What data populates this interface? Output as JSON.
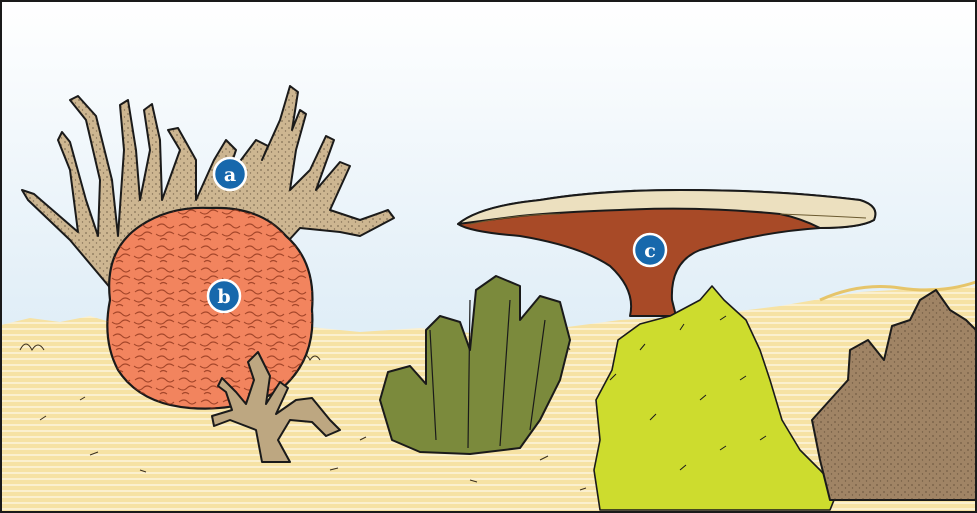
{
  "markers": {
    "a": "a",
    "b": "b",
    "c": "c"
  },
  "colors": {
    "sky_top": "#ffffff",
    "sky_bottom": "#cfe5f3",
    "sand": "#f6e2a4",
    "sand_stripe": "#ffffff",
    "branching_coral": "#cdb691",
    "brain_coral": "#f2845e",
    "table_coral": "#a84a27",
    "table_rim": "#ece0bf",
    "green_coral": "#7b8a3c",
    "yellow_green_coral": "#cddc2e",
    "brown_coral": "#a08465",
    "small_coral": "#bda781",
    "marker_fill": "#1768ac",
    "outline": "#1a1a1a"
  },
  "icons": [
    "branching-coral-illustration",
    "brain-coral-illustration",
    "table-coral-illustration",
    "green-finger-coral-illustration",
    "yellow-green-coral-illustration",
    "brown-branching-coral-illustration"
  ]
}
